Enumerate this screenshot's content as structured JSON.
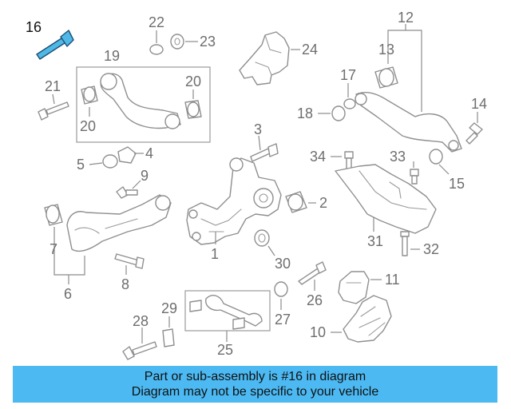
{
  "highlight_color": "#4cb9f2",
  "highlighted_callout": "16",
  "callouts": {
    "c1": "1",
    "c2": "2",
    "c3": "3",
    "c4": "4",
    "c5": "5",
    "c6": "6",
    "c7": "7",
    "c8": "8",
    "c9": "9",
    "c10": "10",
    "c11": "11",
    "c12": "12",
    "c13": "13",
    "c14": "14",
    "c15": "15",
    "c16": "16",
    "c17": "17",
    "c18": "18",
    "c19": "19",
    "c20a": "20",
    "c20b": "20",
    "c21": "21",
    "c22": "22",
    "c23": "23",
    "c24": "24",
    "c25": "25",
    "c26": "26",
    "c27": "27",
    "c28": "28",
    "c29": "29",
    "c30": "30",
    "c31": "31",
    "c32": "32",
    "c33": "33",
    "c34": "34"
  },
  "banner": {
    "line1": "Part or sub-assembly is #16 in diagram",
    "line2": "Diagram may not be specific to your vehicle"
  }
}
